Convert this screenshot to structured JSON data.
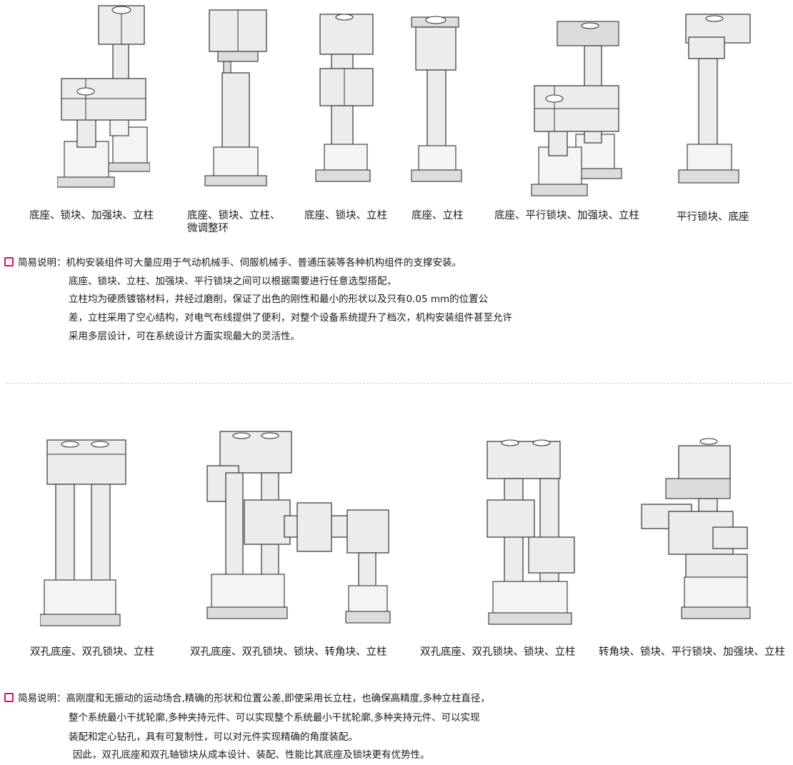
{
  "top_captions": [
    "底座、锁块、加强块、立柱",
    "底座、锁块、立柱、",
    "微调整环",
    "底座、锁块、立柱",
    "底座、立柱",
    "底座、平行锁块、加强块、立柱",
    "平行锁块、底座"
  ],
  "bottom_captions": [
    "双孔底座、双孔锁块、立柱",
    "双孔底座、双孔锁块、锁块、转角块、立柱",
    "双孔底座、双孔锁块、锁块、立柱",
    "转角块、锁块、平行锁块、加强块、立柱"
  ],
  "note1": {
    "label": "简易说明：",
    "lines": [
      "机构安装组件可大量应用于气动机械手、伺服机械手、普通压装等各种机构组件的支撑安装。",
      "底座、锁块、立柱、加强块、平行锁块之间可以根据需要进行任意选型搭配，",
      "立柱均为硬质镀铬材料，并经过磨削，保证了出色的刚性和最小的形状以及只有0.05 mm的位置公",
      "差，立柱采用了空心结构，对电气布线提供了便利，对整个设备系统提升了档次，机构安装组件甚至允许",
      "采用多层设计，可在系统设计方面实现最大的灵活性。"
    ]
  },
  "note2": {
    "label": "简易说明：",
    "lines": [
      "高刚度和无振动的运动场合,精确的形状和位置公差,即使采用长立柱，也确保高精度,多种立柱直径，",
      "整个系统最小干扰轮廓,多种夹持元件、可以实现整个系统最小干扰轮廓,多种夹持元件、可以实现",
      "装配和定心钻孔，具有可复制性，可以对元件实现精确的角度装配。",
      "因此，双孔底座和双孔轴锁块从成本设计、装配、性能比其底座及锁块更有优势性。"
    ]
  },
  "accent_color": "#d0137a"
}
